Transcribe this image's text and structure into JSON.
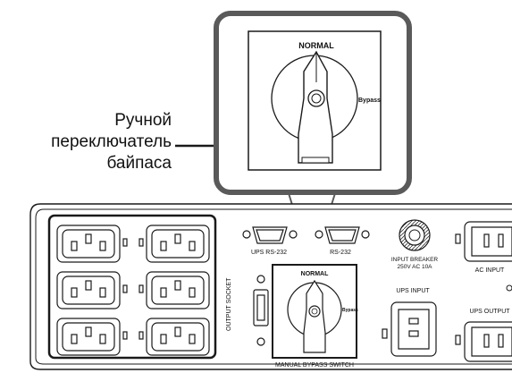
{
  "callout": {
    "line1": "Ручной",
    "line2": "переключатель",
    "line3": "байпаса"
  },
  "switch_zoom": {
    "normal_label": "NORMAL",
    "bypass_label": "Bypass"
  },
  "panel": {
    "output_socket_label": "OUTPUT SOCKET",
    "ups_rs232_label": "UPS RS-232",
    "rs232_label": "RS-232",
    "input_breaker_line1": "INPUT BREAKER",
    "input_breaker_line2": "250V AC 10A",
    "ac_input_label": "AC INPUT",
    "ups_input_label": "UPS INPUT",
    "ups_output_label": "UPS OUTPUT",
    "switch_normal_label": "NORMAL",
    "switch_bypass_label": "Bypass",
    "manual_bypass_label": "MANUAL BYPASS SWITCH"
  },
  "colors": {
    "line": "#1a1a1a",
    "callout_frame": "#5a5a5a",
    "background": "#ffffff"
  }
}
